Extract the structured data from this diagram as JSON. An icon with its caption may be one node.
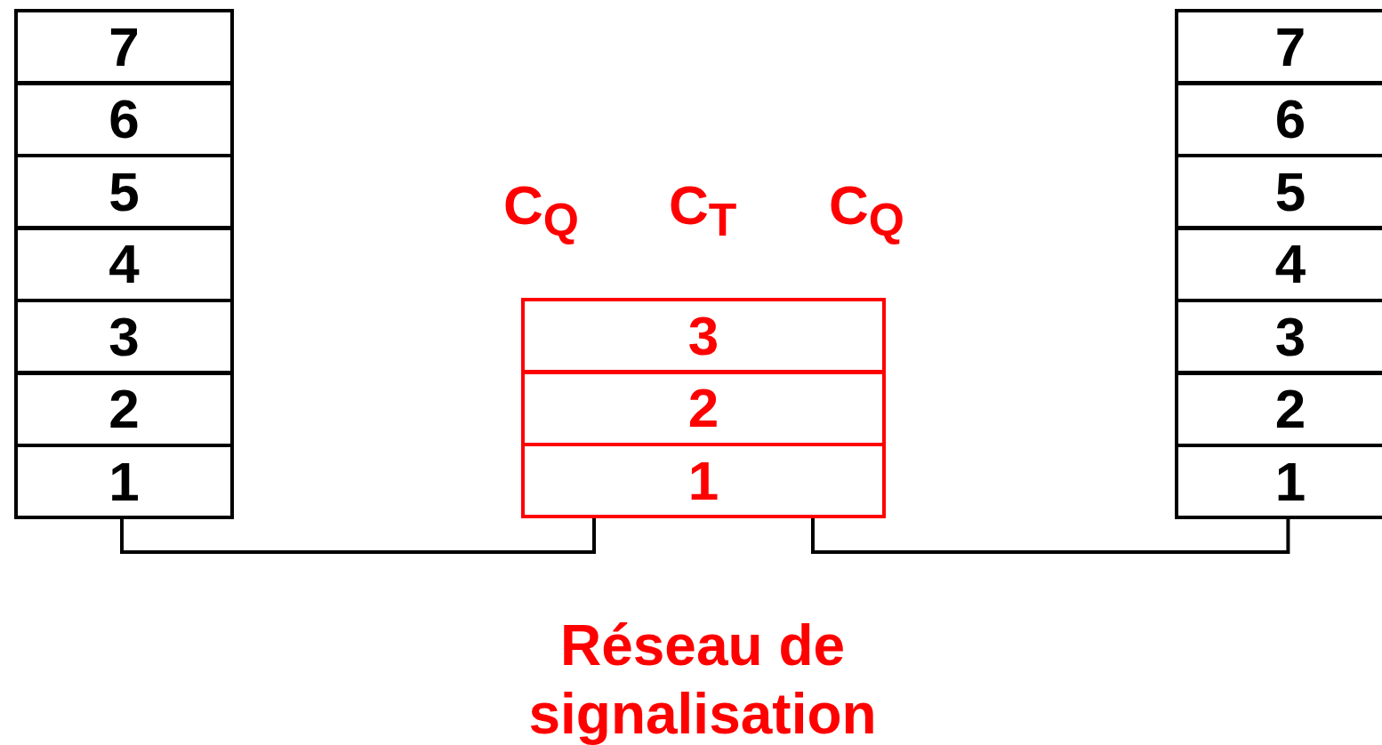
{
  "diagram": {
    "nodes": [
      {
        "text": [
          "7"
        ]
      },
      {
        "text": [
          "6"
        ]
      },
      {
        "text": [
          "5"
        ]
      },
      {
        "text": [
          "4"
        ]
      },
      {
        "text": [
          "3"
        ]
      },
      {
        "text": [
          "2"
        ]
      },
      {
        "text": [
          "1"
        ]
      },
      {
        "text": [
          "3"
        ]
      },
      {
        "text": [
          "2"
        ]
      },
      {
        "text": [
          "1"
        ]
      },
      {
        "text": [
          "7"
        ]
      },
      {
        "text": [
          "6"
        ]
      },
      {
        "text": [
          "5"
        ]
      },
      {
        "text": [
          "4"
        ]
      },
      {
        "text": [
          "3"
        ]
      },
      {
        "text": [
          "2"
        ]
      },
      {
        "text": [
          "1"
        ]
      }
    ],
    "edges": [
      {
        "from": 6,
        "to": 9,
        "arrow": "none"
      },
      {
        "from": 9,
        "to": 16,
        "arrow": "none"
      }
    ],
    "labels": [
      "C$_{Q}$",
      "C$_{T}$",
      "C$_{Q}$",
      "Réseau de signalisation"
    ]
  }
}
